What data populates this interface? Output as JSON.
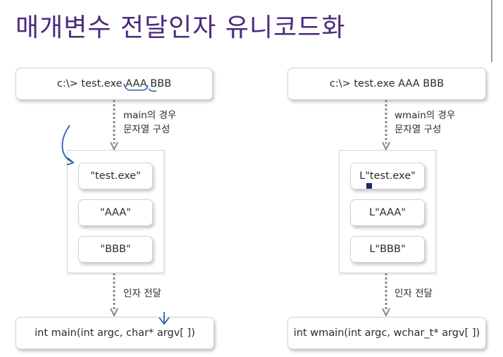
{
  "title": "매개변수 전달인자 유니코드화",
  "left": {
    "command": "c:\\> test.exe  AAA  BBB",
    "step1_line1": "main의 경우",
    "step1_line2": "문자열 구성",
    "strings": [
      "\"test.exe\"",
      "\"AAA\"",
      "\"BBB\""
    ],
    "step2": "인자 전달",
    "signature": "int main(int argc, char* argv[ ])"
  },
  "right": {
    "command": "c:\\> test.exe  AAA  BBB",
    "step1_line1": "wmain의 경우",
    "step1_line2": "문자열 구성",
    "strings": [
      "L\"test.exe\"",
      "L\"AAA\"",
      "L\"BBB\""
    ],
    "step2": "인자 전달",
    "signature": "int wmain(int argc, wchar_t* argv[ ])"
  },
  "colors": {
    "title": "#4b2a7b",
    "annotation_ink": "#2f5fa8",
    "arrow": "#8a8a8a"
  }
}
